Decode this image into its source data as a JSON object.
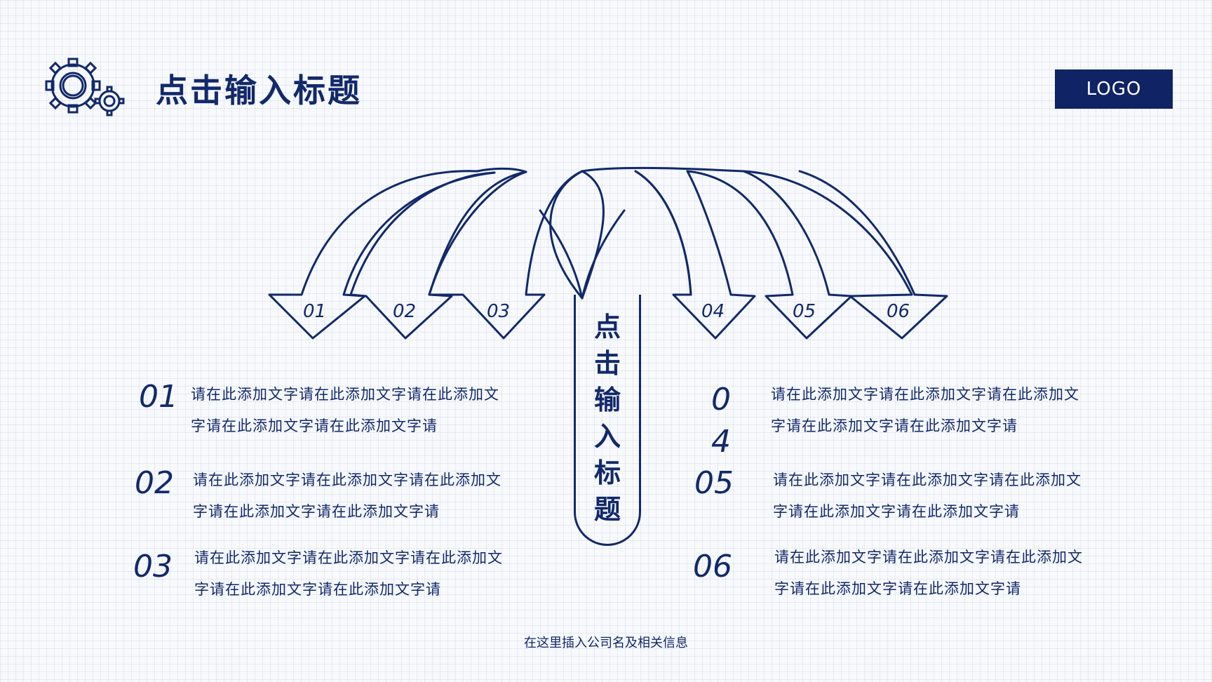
{
  "header": {
    "title": "点击输入标题",
    "logo": "LOGO",
    "gear_icon": "gear-icon"
  },
  "center": {
    "title": "点击输入标题"
  },
  "arrows": [
    "01",
    "02",
    "03",
    "04",
    "05",
    "06"
  ],
  "items": [
    {
      "num": "01",
      "text": "请在此添加文字请在此添加文字请在此添加文字请在此添加文字请在此添加文字请"
    },
    {
      "num": "02",
      "text": "请在此添加文字请在此添加文字请在此添加文字请在此添加文字请在此添加文字请"
    },
    {
      "num": "03",
      "text": "请在此添加文字请在此添加文字请在此添加文字请在此添加文字请在此添加文字请"
    },
    {
      "num": "04",
      "text": "请在此添加文字请在此添加文字请在此添加文字请在此添加文字请在此添加文字请"
    },
    {
      "num": "05",
      "text": "请在此添加文字请在此添加文字请在此添加文字请在此添加文字请在此添加文字请"
    },
    {
      "num": "06",
      "text": "请在此添加文字请在此添加文字请在此添加文字请在此添加文字请在此添加文字请"
    }
  ],
  "footer": "在这里插入公司名及相关信息",
  "colors": {
    "primary": "#12296a",
    "logo_bg": "#0f2365"
  }
}
